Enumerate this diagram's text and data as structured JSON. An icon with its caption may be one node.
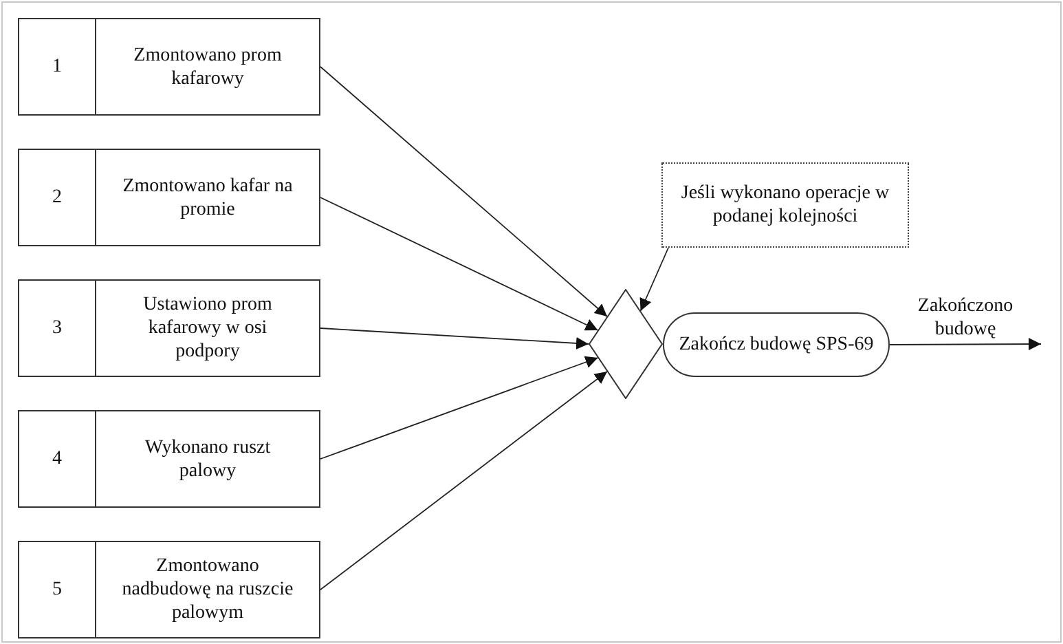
{
  "diagram": {
    "nodes": [
      {
        "text": [
          "1",
          "Zmontowano prom kafarowy"
        ]
      },
      {
        "text": [
          "2",
          "Zmontowano kafar na promie"
        ]
      },
      {
        "text": [
          "3",
          "Ustawiono prom kafarowy w osi podpory"
        ]
      },
      {
        "text": [
          "4",
          "Wykonano ruszt palowy"
        ]
      },
      {
        "text": [
          "5",
          "Zmontowano nadbudowę na ruszcie palowym"
        ]
      },
      {
        "text": [
          "Jeśli wykonano operacje w podanej kolejności"
        ]
      },
      {
        "text": [],
        "shape": "diamond"
      },
      {
        "text": [
          "Zakończ budowę SPS-69"
        ]
      }
    ],
    "edges": [
      {
        "from": 0,
        "to": 6,
        "arrow": "to"
      },
      {
        "from": 1,
        "to": 6,
        "arrow": "to"
      },
      {
        "from": 2,
        "to": 6,
        "arrow": "to"
      },
      {
        "from": 3,
        "to": 6,
        "arrow": "to"
      },
      {
        "from": 4,
        "to": 6,
        "arrow": "to"
      },
      {
        "from": 5,
        "to": 6,
        "arrow": "to"
      },
      {
        "from": 7,
        "to": null,
        "arrow": "to",
        "label": "Zakończono budowę"
      }
    ]
  }
}
